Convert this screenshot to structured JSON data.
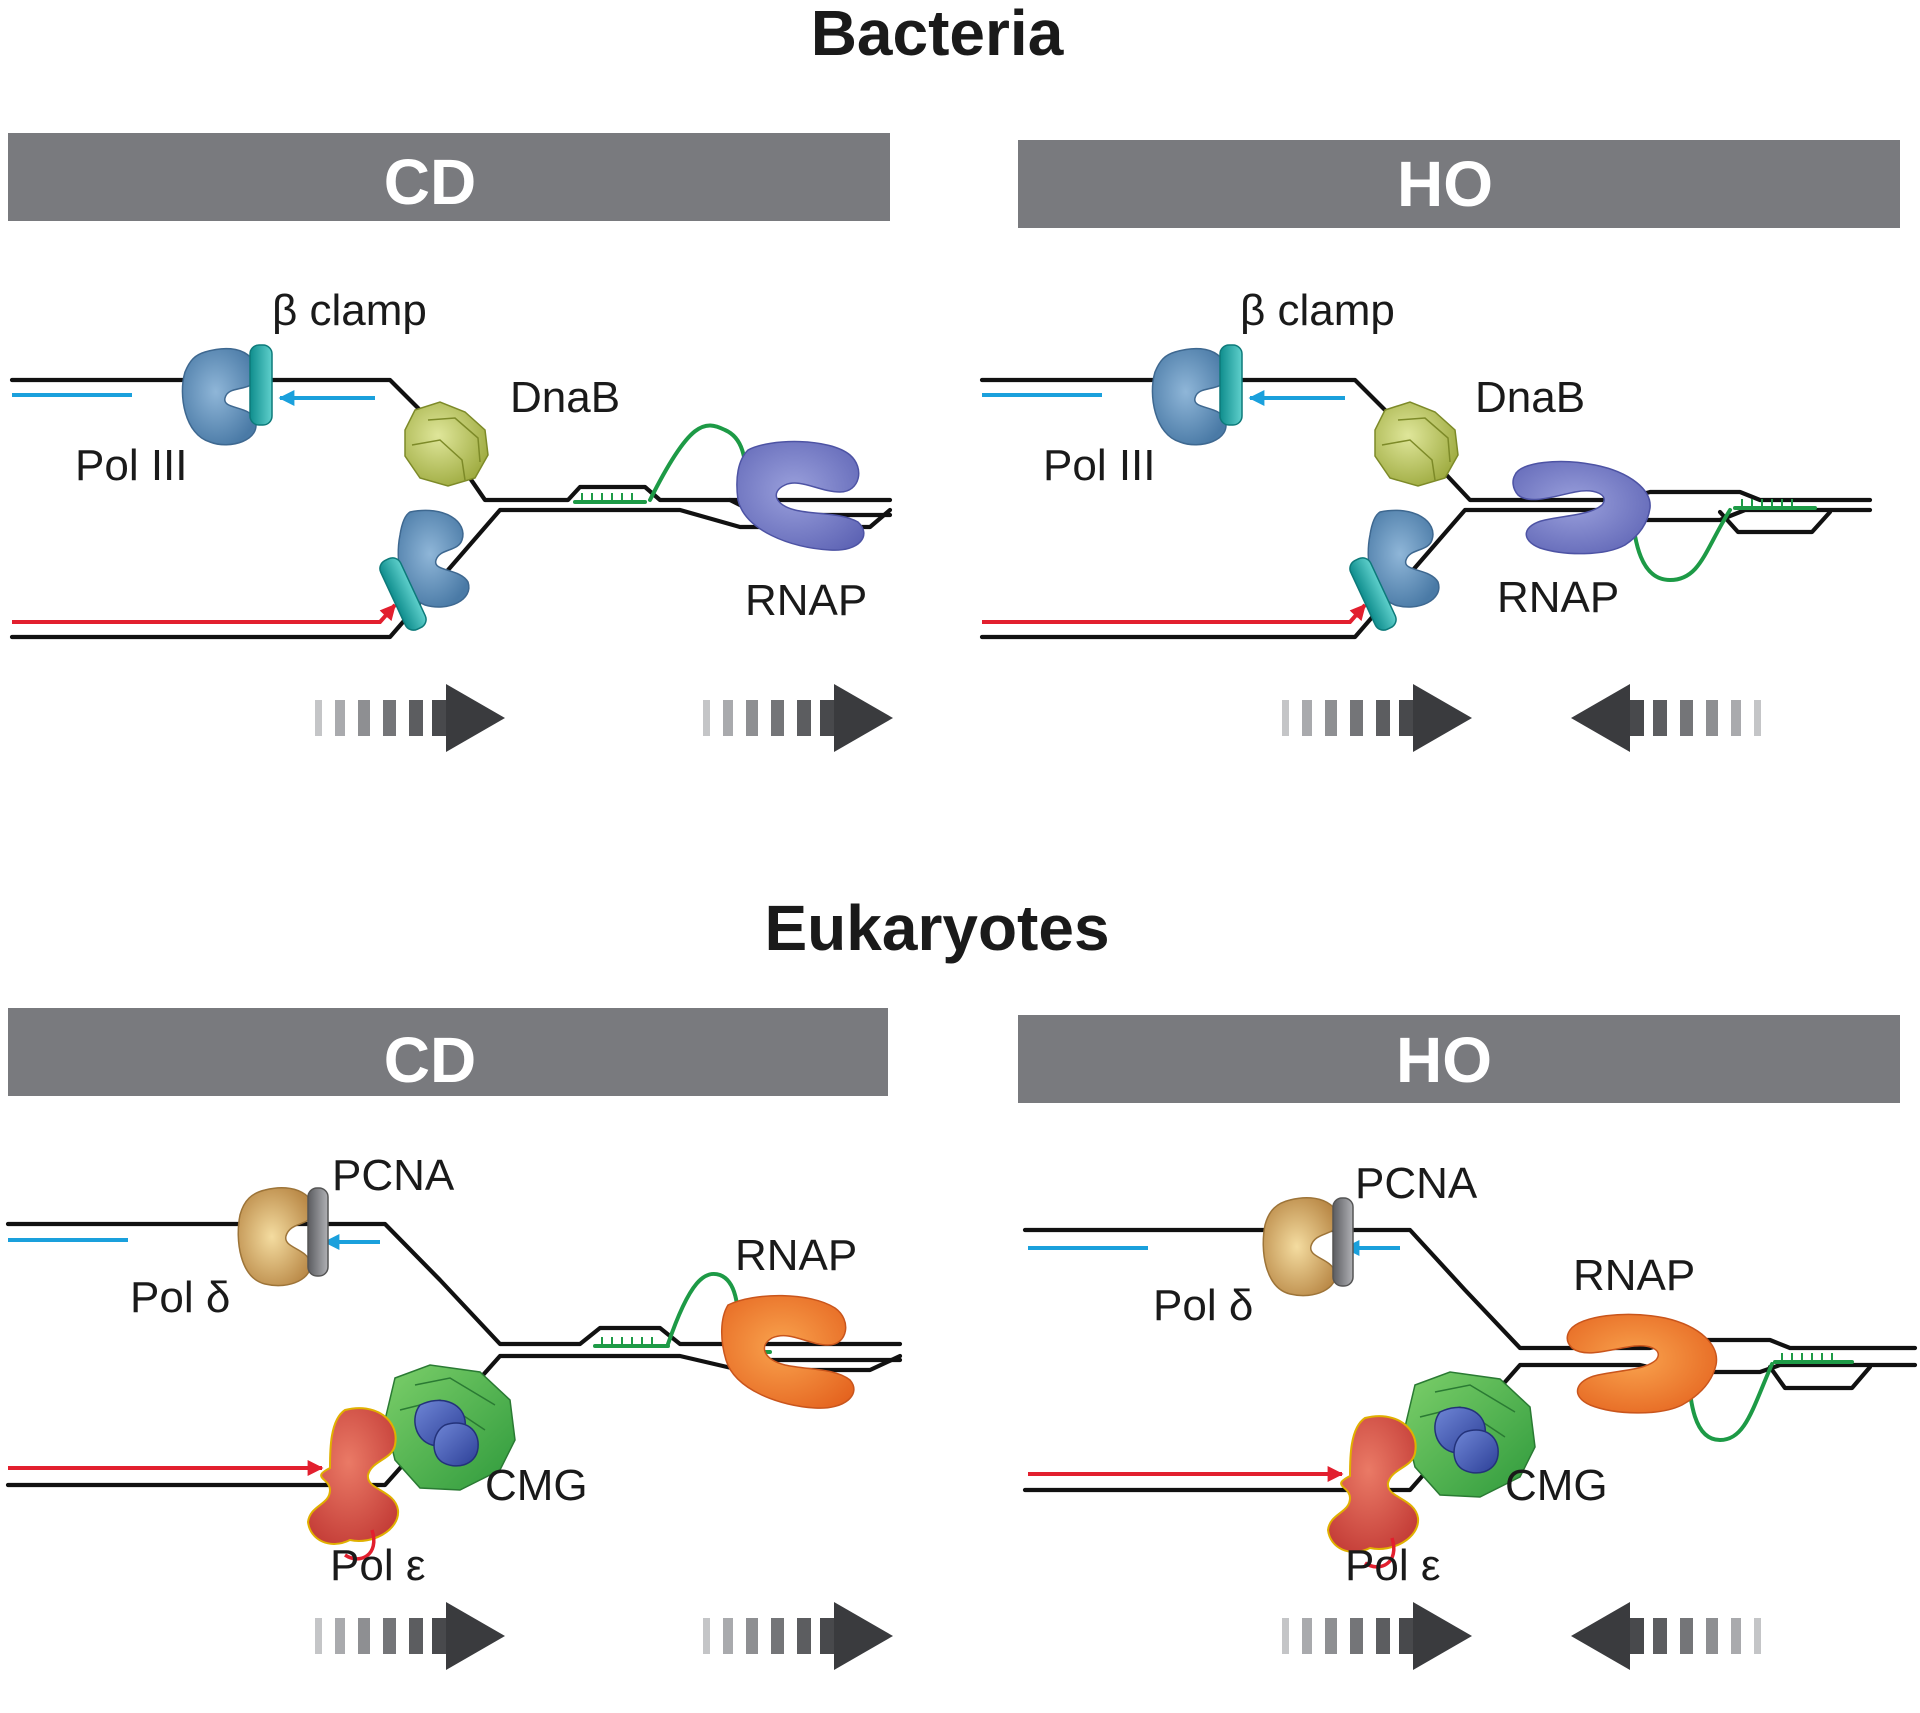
{
  "sections": {
    "bacteria": {
      "title": "Bacteria",
      "panels": [
        {
          "banner": "CD",
          "labels": {
            "clamp": "β clamp",
            "helicase": "DnaB",
            "polymerase": "Pol III",
            "rnap": "RNAP"
          }
        },
        {
          "banner": "HO",
          "labels": {
            "clamp": "β clamp",
            "helicase": "DnaB",
            "polymerase": "Pol III",
            "rnap": "RNAP"
          }
        }
      ]
    },
    "eukaryotes": {
      "title": "Eukaryotes",
      "panels": [
        {
          "banner": "CD",
          "labels": {
            "clamp": "PCNA",
            "lagging_polymerase": "Pol δ",
            "rnap": "RNAP",
            "helicase": "CMG",
            "leading_polymerase": "Pol ε"
          }
        },
        {
          "banner": "HO",
          "labels": {
            "clamp": "PCNA",
            "lagging_polymerase": "Pol δ",
            "rnap": "RNAP",
            "helicase": "CMG",
            "leading_polymerase": "Pol ε"
          }
        }
      ]
    }
  },
  "colors": {
    "banner": "#797a7e",
    "dna": "#111111",
    "leading_strand": "#e21f2e",
    "lagging_strand": "#1aa0dc",
    "rna_transcript": "#1d9a46",
    "pol3": "#5b8db8",
    "beta_clamp": "#1aa8a8",
    "dnab": "#b6c24a",
    "rnap_bacteria": "#7178c4",
    "pol_delta": "#c99a5a",
    "pcna": "#8a8a8e",
    "rnap_eukaryote": "#f27a2a",
    "cmg_green": "#3faa45",
    "cmg_blue": "#3f55b0",
    "pol_epsilon": "#d9443c"
  },
  "icons": [
    "polymerase-icon",
    "clamp-icon",
    "helicase-icon",
    "rnap-icon",
    "direction-arrow-icon"
  ]
}
